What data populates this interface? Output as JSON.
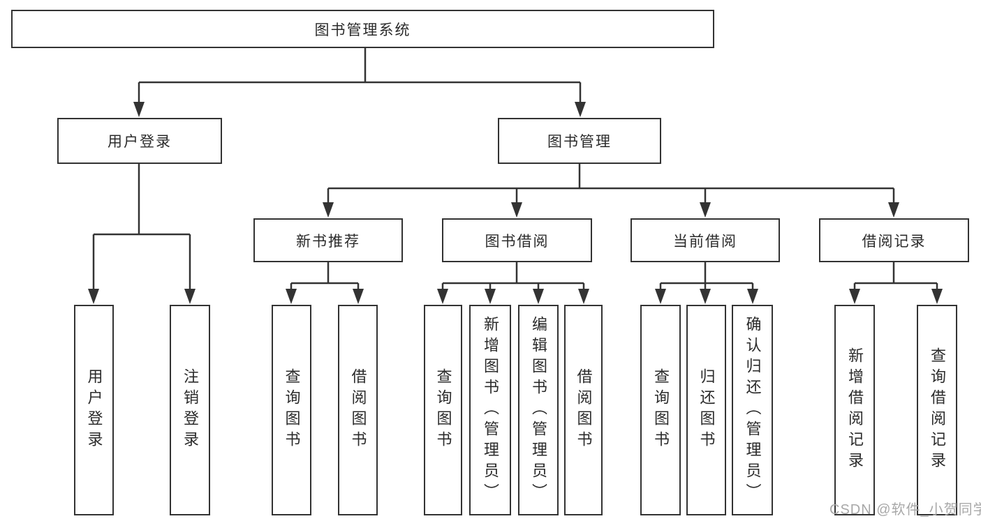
{
  "watermark": "CSDN @软件_小贺同学",
  "diagram": {
    "root": "图书管理系统",
    "user_login": {
      "label": "用户登录",
      "children": {
        "login": "用户登录",
        "logout": "注销登录"
      }
    },
    "book_management": {
      "label": "图书管理",
      "children": {
        "new_book_recommend": {
          "label": "新书推荐",
          "children": {
            "query_book": "查询图书",
            "borrow_book": "借阅图书"
          }
        },
        "book_borrow": {
          "label": "图书借阅",
          "children": {
            "query_book": "查询图书",
            "add_book_admin": "新增图书（管理员）",
            "edit_book_admin": "编辑图书（管理员）",
            "borrow_book": "借阅图书"
          }
        },
        "current_borrow": {
          "label": "当前借阅",
          "children": {
            "query_book": "查询图书",
            "return_book": "归还图书",
            "confirm_return_admin": "确认归还（管理员）"
          }
        },
        "borrow_record": {
          "label": "借阅记录",
          "children": {
            "add_borrow_record": "新增借阅记录",
            "query_borrow_record": "查询借阅记录"
          }
        }
      }
    }
  }
}
